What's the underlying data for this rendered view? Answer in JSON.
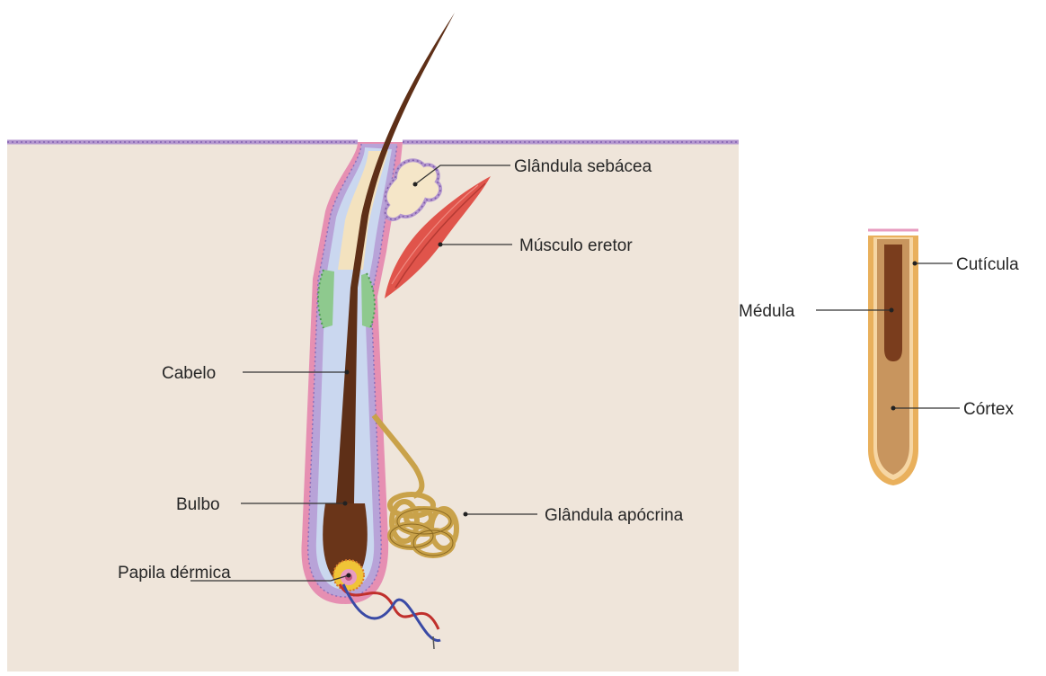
{
  "labels": {
    "sebaceous_gland": "Glândula sebácea",
    "erector_muscle": "Músculo eretor",
    "hair": "Cabelo",
    "bulb": "Bulbo",
    "apocrine_gland": "Glândula apócrina",
    "dermal_papilla": "Papila dérmica",
    "cuticle": "Cutícula",
    "medulla": "Médula",
    "cortex": "Córtex"
  },
  "colors": {
    "skin": "#efe5da",
    "epidermis_line": "#b497cf",
    "hair_shaft": "#5e2f17",
    "root_sheath_pink": "#e68fb2",
    "root_sheath_blue": "#c6d4ee",
    "muscle": "#e0544b",
    "sebaceous": "#f5e6c8",
    "apocrine": "#c9a24a",
    "cuticle": "#e9b05c",
    "cortex": "#c8955e",
    "medulla": "#7a3d1d"
  }
}
